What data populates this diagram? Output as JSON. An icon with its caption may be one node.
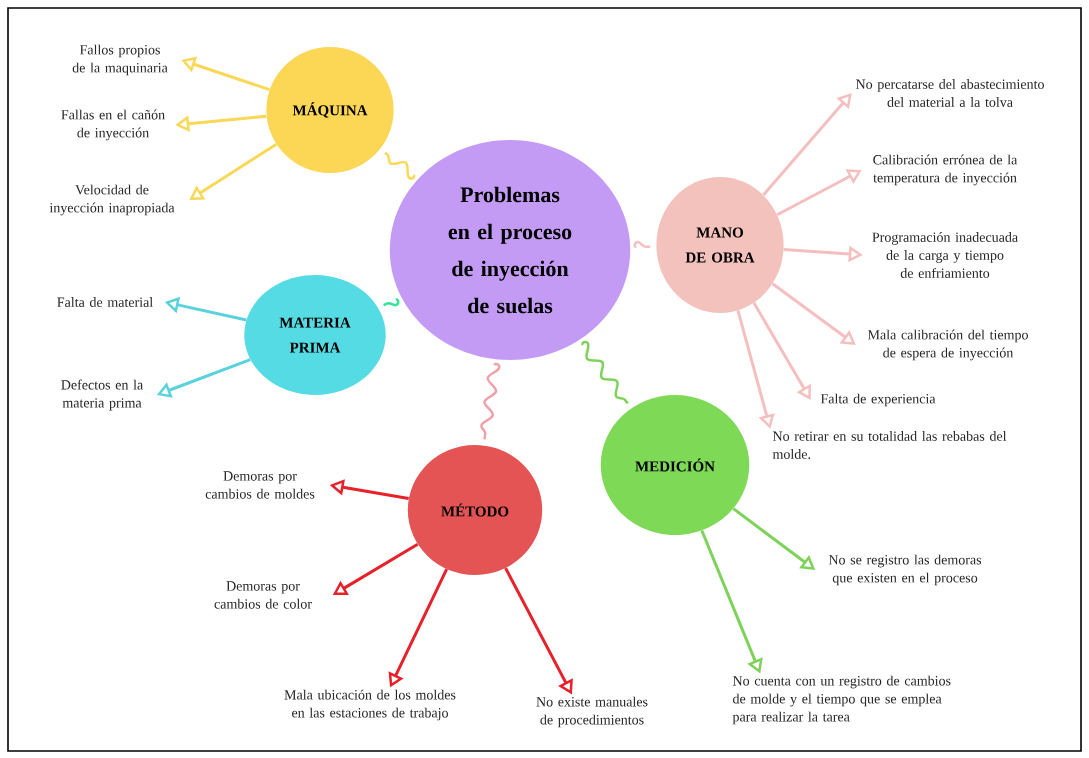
{
  "diagram": {
    "nodes": [
      {
        "text": [
          "Problemas en el proceso de inyección de suelas"
        ]
      },
      {
        "text": [
          "MÁQUINA"
        ]
      },
      {
        "text": [
          "MATERIA PRIMA"
        ]
      },
      {
        "text": [
          "MANO DE OBRA"
        ]
      },
      {
        "text": [
          "MÉTODO"
        ]
      },
      {
        "text": [
          "MEDICIÓN"
        ]
      },
      {
        "text": [
          "Fallos propios de la maquinaria"
        ]
      },
      {
        "text": [
          "Fallas en el cañón de inyección"
        ]
      },
      {
        "text": [
          "Velocidad de inyección inapropiada"
        ]
      },
      {
        "text": [
          "Falta de material"
        ]
      },
      {
        "text": [
          "Defectos en la materia prima"
        ]
      },
      {
        "text": [
          "No percatarse del abastecimiento del material a la tolva"
        ]
      },
      {
        "text": [
          "Calibración errónea de la temperatura de inyección"
        ]
      },
      {
        "text": [
          "Programación inadecuada de la carga y tiempo de enfriamiento"
        ]
      },
      {
        "text": [
          "Mala calibración del tiempo de espera de inyección"
        ]
      },
      {
        "text": [
          "Falta de experiencia"
        ]
      },
      {
        "text": [
          "No retirar en su totalidad las rebabas del molde."
        ]
      },
      {
        "text": [
          "Demoras por cambios de moldes"
        ]
      },
      {
        "text": [
          "Demoras por cambios de color"
        ]
      },
      {
        "text": [
          "Mala ubicación de los moldes en las estaciones de trabajo"
        ]
      },
      {
        "text": [
          "No existe manuales de procedimientos"
        ]
      },
      {
        "text": [
          "No se registro las demoras que existen en el proceso"
        ]
      },
      {
        "text": [
          "No cuenta con un registro de cambios de molde y el tiempo que se emplea para realizar la tarea"
        ]
      }
    ],
    "edges": [
      {
        "from": 0,
        "to": 1,
        "arrow": "none",
        "color": "#f9d857"
      },
      {
        "from": 0,
        "to": 2,
        "arrow": "none",
        "color": "#2ee59a"
      },
      {
        "from": 0,
        "to": 3,
        "arrow": "none",
        "color": "#f5bfbf"
      },
      {
        "from": 0,
        "to": 4,
        "arrow": "none",
        "color": "#f0a0a8"
      },
      {
        "from": 0,
        "to": 5,
        "arrow": "none",
        "color": "#7dd35a"
      },
      {
        "from": 1,
        "to": 6,
        "arrow": "to",
        "color": "#f9d857"
      },
      {
        "from": 1,
        "to": 7,
        "arrow": "to",
        "color": "#f9d857"
      },
      {
        "from": 1,
        "to": 8,
        "arrow": "to",
        "color": "#f9d857"
      },
      {
        "from": 2,
        "to": 9,
        "arrow": "to",
        "color": "#5ad2de"
      },
      {
        "from": 2,
        "to": 10,
        "arrow": "to",
        "color": "#5ad2de"
      },
      {
        "from": 3,
        "to": 11,
        "arrow": "to",
        "color": "#f5bfbf"
      },
      {
        "from": 3,
        "to": 12,
        "arrow": "to",
        "color": "#f5bfbf"
      },
      {
        "from": 3,
        "to": 13,
        "arrow": "to",
        "color": "#f5bfbf"
      },
      {
        "from": 3,
        "to": 14,
        "arrow": "to",
        "color": "#f5bfbf"
      },
      {
        "from": 3,
        "to": 15,
        "arrow": "to",
        "color": "#f5bfbf"
      },
      {
        "from": 3,
        "to": 16,
        "arrow": "to",
        "color": "#f5bfbf"
      },
      {
        "from": 4,
        "to": 17,
        "arrow": "to",
        "color": "#e8202a"
      },
      {
        "from": 4,
        "to": 18,
        "arrow": "to",
        "color": "#e8202a"
      },
      {
        "from": 4,
        "to": 19,
        "arrow": "to",
        "color": "#e8202a"
      },
      {
        "from": 4,
        "to": 20,
        "arrow": "to",
        "color": "#e8202a"
      },
      {
        "from": 5,
        "to": 21,
        "arrow": "to",
        "color": "#7dd35a"
      },
      {
        "from": 5,
        "to": 22,
        "arrow": "to",
        "color": "#7dd35a"
      }
    ]
  }
}
